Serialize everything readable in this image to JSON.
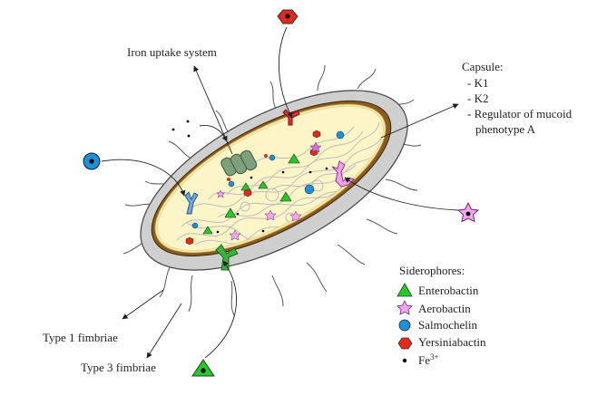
{
  "labels": {
    "iron_uptake": "Iron uptake system",
    "capsule_title": "Capsule:",
    "capsule_items": [
      "- K1",
      "- K2",
      "- Regulator of mucoid",
      "phenotype A"
    ],
    "type1": "Type 1 fimbriae",
    "type3": "Type 3 fimbriae"
  },
  "legend": {
    "title": "Siderophores:",
    "items": [
      {
        "label": "Enterobactin",
        "icon": "green-triangle-icon",
        "color": "#22cc22"
      },
      {
        "label": "Aerobactin",
        "icon": "pink-star-icon",
        "color": "#f2a6f2"
      },
      {
        "label": "Salmochelin",
        "icon": "blue-circle-icon",
        "color": "#1f8fd6"
      },
      {
        "label": "Yersiniabactin",
        "icon": "red-hexagon-icon",
        "color": "#e02a1a"
      },
      {
        "label": "Fe",
        "sup": "3+",
        "icon": "black-dot-icon",
        "color": "#000000"
      }
    ]
  },
  "colors": {
    "capsule": "#c9c9c9",
    "outer_membrane": "#8a5a1e",
    "cytoplasm": "#fbf5c8",
    "enterobactin": "#22cc22",
    "aerobactin": "#f2a6f2",
    "salmochelin": "#1f8fd6",
    "yersiniabactin": "#e02a1a",
    "receptor_blue": "#6fa8dc",
    "receptor_green": "#3cb043",
    "receptor_pink": "#f0a0e8",
    "receptor_red": "#e03030",
    "transporter": "#7fa07f"
  }
}
